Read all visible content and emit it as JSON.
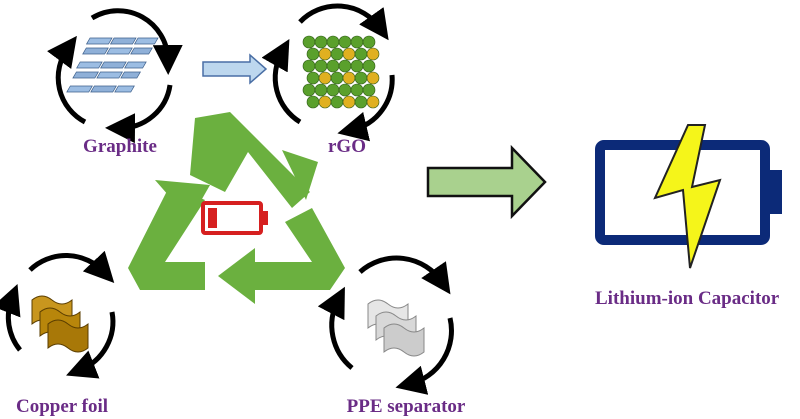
{
  "labels": {
    "graphite": "Graphite",
    "rgo": "rGO",
    "copper_foil": "Copper foil",
    "ppe_separator": "PPE separator",
    "lic": "Lithium-ion Capacitor"
  },
  "colors": {
    "label_text": "#6a2c86",
    "recycle_green": "#6bb03f",
    "recycle_green_dark": "#4e8f2b",
    "big_arrow_fill": "#a9d18e",
    "small_arrow_fill": "#bdd7ee",
    "battery_frame": "#0c2a78",
    "lightning": "#f5f51a",
    "low_battery_red": "#d62020",
    "copper": "#b8860b",
    "graphene_green": "#5aa02c",
    "graphene_yellow": "#e0b020",
    "graphite_blue": "#8fb0d8",
    "separator_gray": "#d0d0d0"
  },
  "icons": {
    "recycle": "recycle-icon",
    "low_battery": "low-battery-icon",
    "capacitor_battery": "battery-icon",
    "lightning": "lightning-icon"
  }
}
